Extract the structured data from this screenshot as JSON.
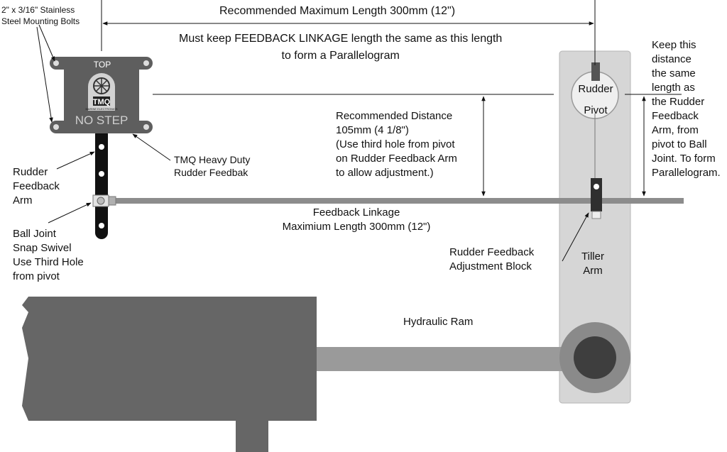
{
  "colors": {
    "dark_part": "#5e5e5e",
    "ram_body": "#666666",
    "ram_rod": "#9a9a9a",
    "linkage": "#8c8c8c",
    "tiller": "#d6d6d6",
    "background": "#ffffff"
  },
  "labels": {
    "bolts": [
      "2\" x 3/16\" Stainless",
      "Steel Mounting Bolts"
    ],
    "rec_max_length": "Recommended Maximum Length 300mm  (12\")",
    "must_keep": [
      "Must keep FEEDBACK LINKAGE length the same as this length",
      "to form a Parallelogram"
    ],
    "keep_distance": [
      "Keep this",
      "distance",
      "the same",
      "length as",
      "the Rudder",
      "Feedback",
      "Arm, from",
      "pivot to Ball",
      "Joint. To form",
      "Parallelogram."
    ],
    "rec_distance": [
      "Recommended Distance",
      "105mm (4 1/8\")",
      "(Use third hole from pivot",
      "on Rudder Feedback Arm",
      "to allow adjustment.)"
    ],
    "tmq_heavy": [
      "TMQ Heavy Duty",
      "Rudder Feedbak"
    ],
    "rudder_arm": [
      "Rudder",
      "Feedback",
      "Arm"
    ],
    "ball_joint": [
      "Ball Joint",
      "Snap Swivel",
      "Use Third Hole",
      "from pivot"
    ],
    "feedback_linkage": [
      "Feedback Linkage",
      "Maximium Length 300mm (12\")"
    ],
    "adjust_block": [
      "Rudder Feedback",
      "Adjustment Block"
    ],
    "tiller_arm": [
      "Tiller",
      "Arm"
    ],
    "hydraulic_ram": "Hydraulic Ram",
    "rudder_pivot": [
      "Rudder",
      "Pivot"
    ]
  },
  "unit": {
    "top": "TOP",
    "logo": "TMQ",
    "logo_sub": "MARINE ELECTRONICS",
    "no_step": "NO STEP"
  }
}
